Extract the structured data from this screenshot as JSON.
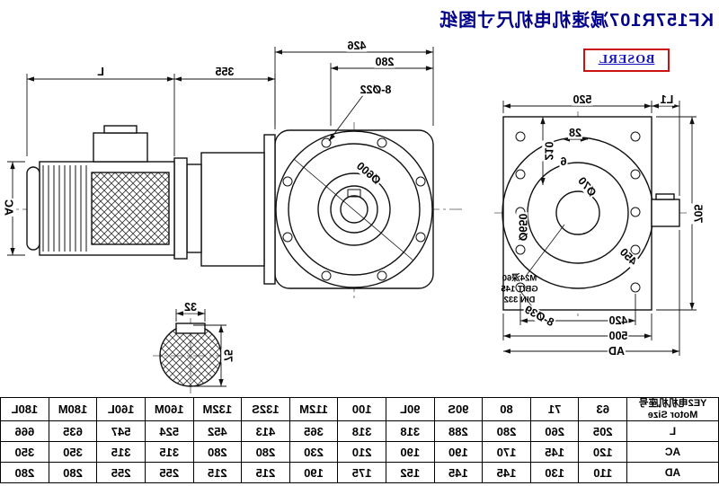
{
  "title": "KF157R107减速机电机尺寸图纸",
  "brand": {
    "logo_text": "BOSERL"
  },
  "drawing": {
    "labels": {
      "L": "L",
      "d355": "355",
      "d426": "426",
      "d280": "280",
      "holes_front": "8-Ø22",
      "dia600": "Ø600",
      "AC": "AC",
      "d32": "32",
      "d75": "75",
      "L1": "L1",
      "d520": "520",
      "d705": "705",
      "d210": "210",
      "d28": "28",
      "d6": "6",
      "dia70": "Ø70",
      "dia650": "Ø650",
      "d450": "450",
      "holes_flange": "8-Ø39",
      "d420": "420",
      "d500": "500",
      "AD": "AD",
      "tap1": "M24深60",
      "tap2": "GB/T 145",
      "tap3": "DIN 332"
    }
  },
  "table": {
    "header_label": "YE2电机机座号",
    "header_sublabel": "Motor Size",
    "sizes": [
      "63",
      "71",
      "80",
      "90S",
      "90L",
      "100",
      "112M",
      "132S",
      "132M",
      "160M",
      "160L",
      "180M",
      "180L"
    ],
    "rows": [
      {
        "label": "L",
        "values": [
          "205",
          "260",
          "280",
          "288",
          "318",
          "318",
          "365",
          "413",
          "452",
          "524",
          "547",
          "635",
          "666"
        ]
      },
      {
        "label": "AC",
        "values": [
          "120",
          "145",
          "170",
          "190",
          "190",
          "210",
          "230",
          "280",
          "280",
          "315",
          "315",
          "350",
          "350"
        ]
      },
      {
        "label": "AD",
        "values": [
          "110",
          "130",
          "145",
          "145",
          "152",
          "175",
          "190",
          "215",
          "215",
          "255",
          "255",
          "280",
          "280"
        ]
      }
    ]
  }
}
